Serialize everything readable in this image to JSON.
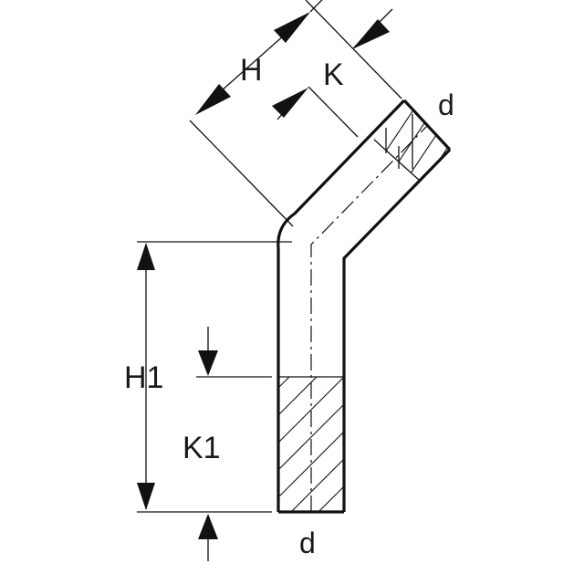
{
  "labels": {
    "h": "H",
    "k": "K",
    "d_top": "d",
    "h1": "H1",
    "k1": "K1",
    "d_bottom": "d"
  }
}
